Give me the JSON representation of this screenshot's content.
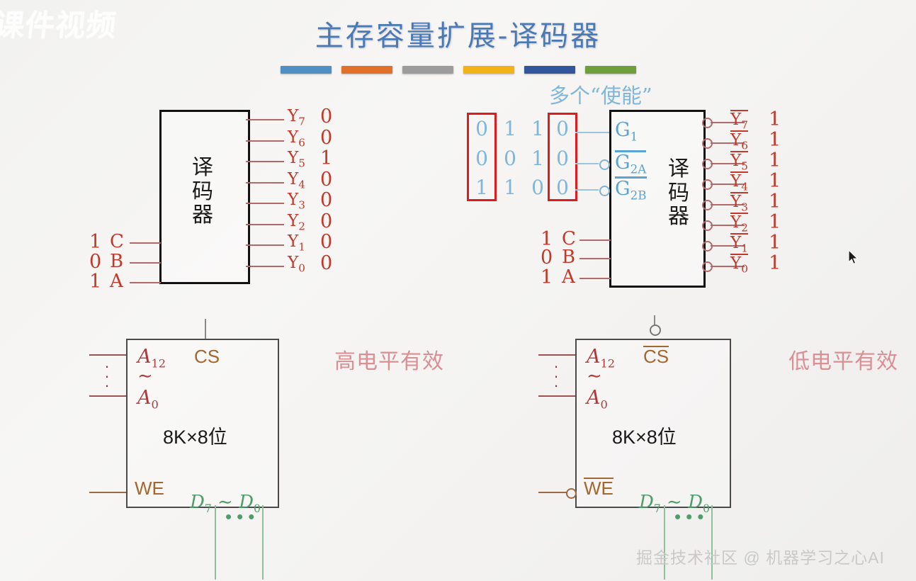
{
  "page": {
    "title": "主存容量扩展-译码器",
    "watermark_topleft": "课件视频",
    "watermark_bottom": "掘金技术社区 @ 机器学习之心AI"
  },
  "accent_bars": [
    {
      "name": "bar-blue",
      "color": "#4f8fc4"
    },
    {
      "name": "bar-orange",
      "color": "#e0702a"
    },
    {
      "name": "bar-gray",
      "color": "#9c9c9c"
    },
    {
      "name": "bar-yellow",
      "color": "#f2b318"
    },
    {
      "name": "bar-darkblue",
      "color": "#31569e"
    },
    {
      "name": "bar-green",
      "color": "#6f9e3c"
    }
  ],
  "decoder_left": {
    "body_label": "译\n码\n器",
    "inputs": [
      {
        "value": "1",
        "pin": "C"
      },
      {
        "value": "0",
        "pin": "B"
      },
      {
        "value": "1",
        "pin": "A"
      }
    ],
    "outputs": [
      {
        "name": "Y",
        "index": "7",
        "value": "0"
      },
      {
        "name": "Y",
        "index": "6",
        "value": "0"
      },
      {
        "name": "Y",
        "index": "5",
        "value": "1"
      },
      {
        "name": "Y",
        "index": "4",
        "value": "0"
      },
      {
        "name": "Y",
        "index": "3",
        "value": "0"
      },
      {
        "name": "Y",
        "index": "2",
        "value": "0"
      },
      {
        "name": "Y",
        "index": "1",
        "value": "0"
      },
      {
        "name": "Y",
        "index": "0",
        "value": "0"
      }
    ]
  },
  "decoder_right": {
    "heading": "多个“使能”",
    "body_label": "译\n码\n器",
    "truth_table": {
      "rows": [
        [
          "0",
          "1",
          "1",
          "0"
        ],
        [
          "0",
          "0",
          "1",
          "0"
        ],
        [
          "1",
          "1",
          "0",
          "0"
        ]
      ],
      "highlight_columns": [
        0,
        3
      ],
      "highlight_color": "#e01b1b"
    },
    "enable_pins": [
      {
        "label": "G",
        "index": "1",
        "overbar": false,
        "bubble": false
      },
      {
        "label": "G",
        "index": "2A",
        "overbar": true,
        "bubble": true
      },
      {
        "label": "G",
        "index": "2B",
        "overbar": true,
        "bubble": true
      }
    ],
    "inputs": [
      {
        "value": "1",
        "pin": "C"
      },
      {
        "value": "0",
        "pin": "B"
      },
      {
        "value": "1",
        "pin": "A"
      }
    ],
    "outputs": [
      {
        "name": "Y",
        "index": "7",
        "overbar": true,
        "value": "1"
      },
      {
        "name": "Y",
        "index": "6",
        "overbar": true,
        "value": "1"
      },
      {
        "name": "Y",
        "index": "5",
        "overbar": true,
        "value": "1"
      },
      {
        "name": "Y",
        "index": "4",
        "overbar": true,
        "value": "1"
      },
      {
        "name": "Y",
        "index": "3",
        "overbar": true,
        "value": "1"
      },
      {
        "name": "Y",
        "index": "2",
        "overbar": true,
        "value": "1"
      },
      {
        "name": "Y",
        "index": "1",
        "overbar": true,
        "value": "1"
      },
      {
        "name": "Y",
        "index": "0",
        "overbar": true,
        "value": "1"
      }
    ]
  },
  "memory_left": {
    "addr_top": "A",
    "addr_top_index": "12",
    "addr_tilde": "∼",
    "addr_bottom": "A",
    "addr_bottom_index": "0",
    "cs_label": "CS",
    "cs_overbar": false,
    "cs_bubble": false,
    "capacity": "8K×8位",
    "we_label": "WE",
    "we_overbar": false,
    "we_bubble": false,
    "data_label_hi": "D",
    "data_index_hi": "7",
    "data_tilde": "∼",
    "data_label_lo": "D",
    "data_index_lo": "0"
  },
  "memory_right": {
    "addr_top": "A",
    "addr_top_index": "12",
    "addr_tilde": "∼",
    "addr_bottom": "A",
    "addr_bottom_index": "0",
    "cs_label": "CS",
    "cs_overbar": true,
    "cs_bubble": true,
    "capacity": "8K×8位",
    "we_label": "WE",
    "we_overbar": true,
    "we_bubble": true,
    "data_label_hi": "D",
    "data_index_hi": "7",
    "data_tilde": "∼",
    "data_label_lo": "D",
    "data_index_lo": "0"
  },
  "annotations": {
    "left": "高电平有效",
    "right": "低电平有效"
  }
}
